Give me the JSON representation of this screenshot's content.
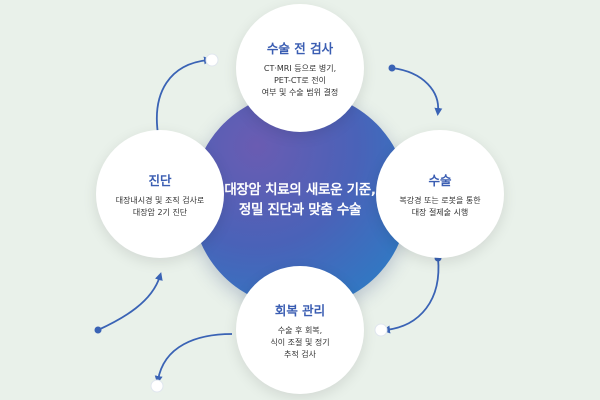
{
  "center": {
    "line1": "대장암 치료의 새로운 기준,",
    "line2": "정밀 진단과 맞춤 수술"
  },
  "nodes": {
    "top": {
      "title": "수술 전 검사",
      "desc": [
        "CT·MRI 등으로 병기,",
        "PET-CT로 전이",
        "여부 및 수술 범위 결정"
      ]
    },
    "right": {
      "title": "수술",
      "desc": [
        "복강경 또는 로봇을 통한",
        "대장 절제술 시행"
      ]
    },
    "bottom": {
      "title": "회복 관리",
      "desc": [
        "수술 후 회복,",
        "식이 조절 및 정기",
        "추적 검사"
      ]
    },
    "left": {
      "title": "진단",
      "desc": [
        "대장내시경 및 조직 검사로",
        "대장암 2기 진단"
      ]
    }
  },
  "colors": {
    "background": "#e9f1ea",
    "accent": "#3a5db2",
    "arrow": "#3a63b5"
  }
}
